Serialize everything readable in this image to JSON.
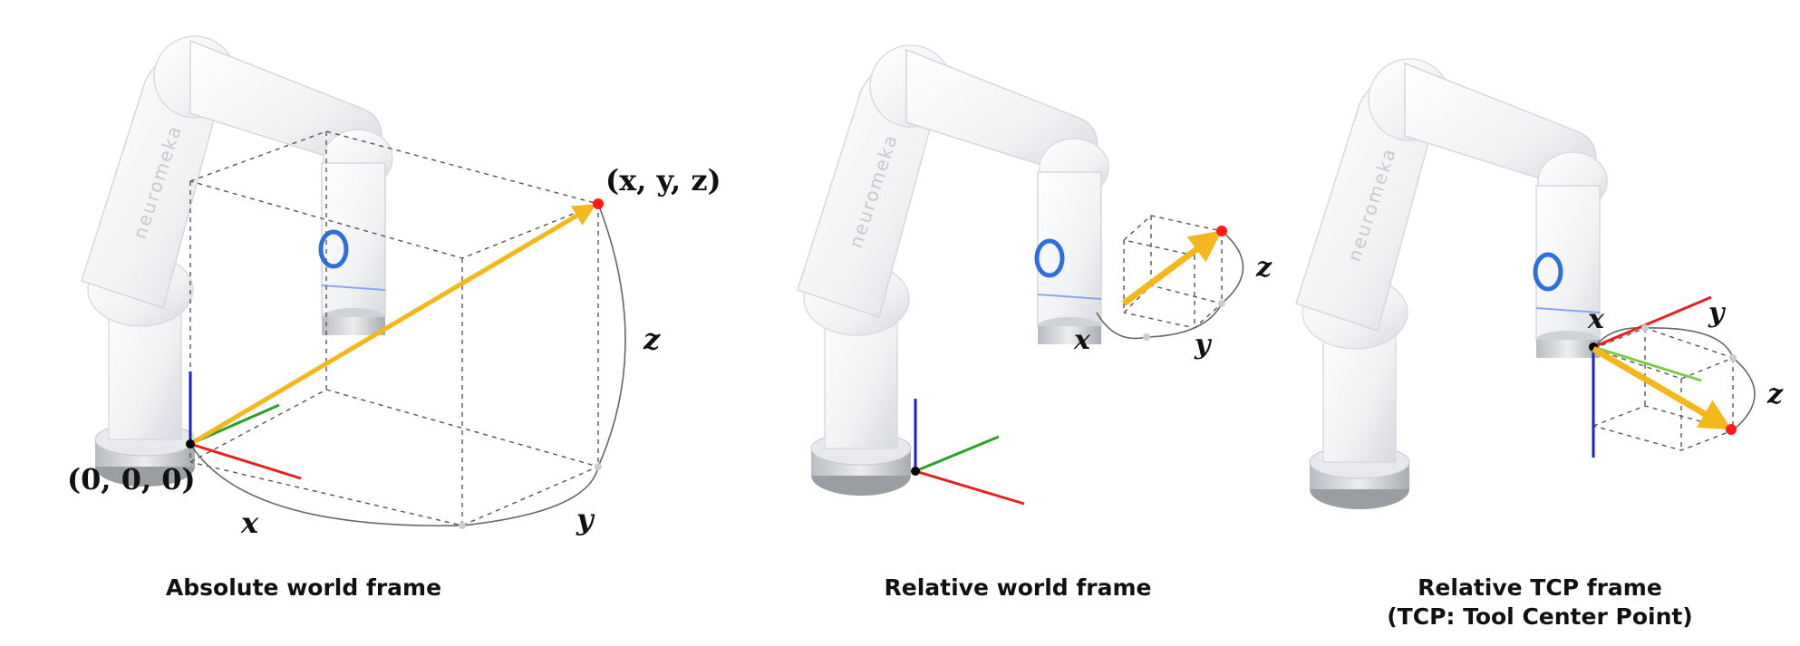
{
  "brand": "neuromeka",
  "colors": {
    "x_axis": "#e52121",
    "y_axis": "#2ba02b",
    "z_axis": "#1a22c8",
    "vector": "#f5b81c",
    "target_point": "#ff1a1a"
  },
  "panels": [
    {
      "caption": "Absolute world frame",
      "origin_label": "(0, 0, 0)",
      "target_label": "(x, y, z)",
      "axis_x": "x",
      "axis_y": "y",
      "axis_z": "z"
    },
    {
      "caption": "Relative world frame",
      "axis_x": "x",
      "axis_y": "y",
      "axis_z": "z"
    },
    {
      "caption": "Relative TCP frame",
      "caption_line2": "(TCP: Tool Center Point)",
      "axis_x": "x",
      "axis_y": "y",
      "axis_z": "z"
    }
  ]
}
